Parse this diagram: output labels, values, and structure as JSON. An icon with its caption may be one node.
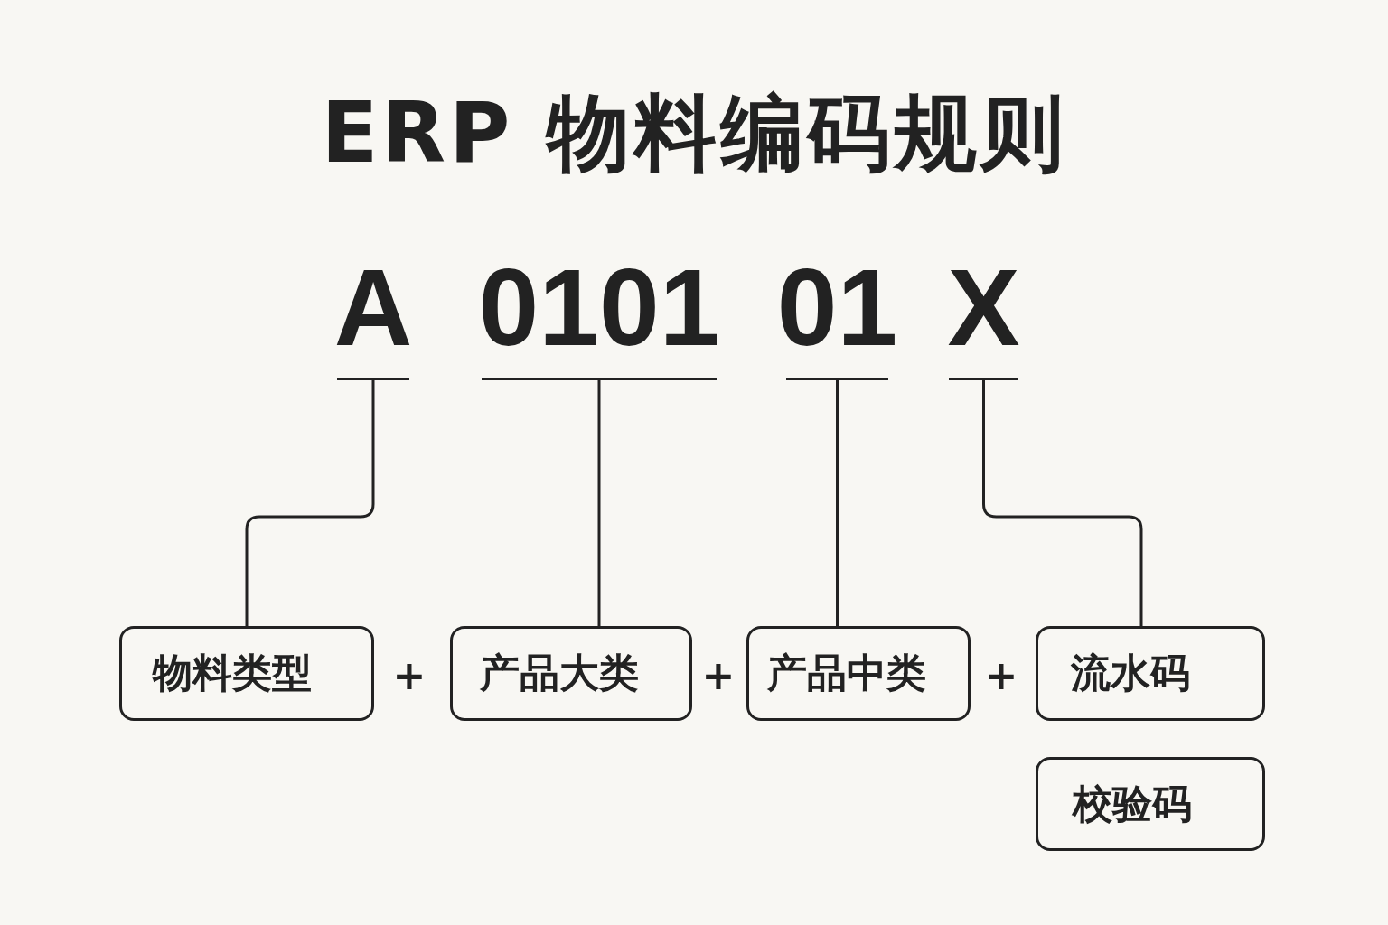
{
  "diagram": {
    "title": "ERP 物料编码规则",
    "nodes": [
      {
        "text": [
          "A"
        ]
      },
      {
        "text": [
          "0101"
        ]
      },
      {
        "text": [
          "01"
        ]
      },
      {
        "text": [
          "X"
        ]
      },
      {
        "text": [
          "物料类型"
        ]
      },
      {
        "text": [
          "产品大类"
        ]
      },
      {
        "text": [
          "产品中类"
        ]
      },
      {
        "text": [
          "流水码"
        ]
      },
      {
        "text": [
          "校验码"
        ]
      }
    ],
    "edges": [
      {
        "from": 0,
        "to": 4,
        "arrow": "none"
      },
      {
        "from": 1,
        "to": 5,
        "arrow": "none"
      },
      {
        "from": 2,
        "to": 6,
        "arrow": "none"
      },
      {
        "from": 3,
        "to": 7,
        "arrow": "none"
      }
    ],
    "labels": [
      "+",
      "+",
      "+"
    ]
  }
}
